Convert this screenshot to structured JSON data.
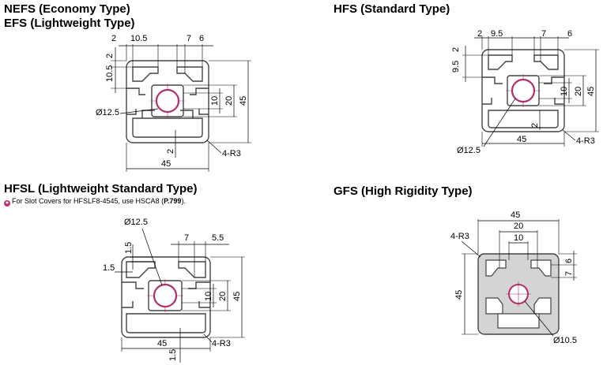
{
  "panels": {
    "nefs": {
      "title1": "NEFS (Economy Type)",
      "title2": "EFS (Lightweight Type)",
      "dims": {
        "top_a": "2",
        "top_b": "10.5",
        "top_c": "7",
        "top_d": "6",
        "left_a": "2",
        "left_b": "10.5",
        "inner_10": "10",
        "inner_20": "20",
        "outer_45": "45",
        "hole": "Ø12.5",
        "bottom_2": "2",
        "corner": "4-R3",
        "width_45": "45"
      }
    },
    "hfs": {
      "title": "HFS (Standard Type)",
      "dims": {
        "top_a": "2",
        "top_b": "9.5",
        "top_c": "7",
        "top_d": "6",
        "left_a": "9.5",
        "left_b": "2",
        "inner_10": "10",
        "inner_20": "20",
        "outer_45": "45",
        "bottom_2": "2",
        "width_45": "45",
        "corner": "4-R3",
        "hole": "Ø12.5"
      }
    },
    "hfsl": {
      "title": "HFSL (Lightweight Standard Type)",
      "note_prefix": "For Slot Covers for HFSLF8-4545, use HSCA8 (",
      "note_ref": "P.799",
      "note_suffix": ").",
      "dims": {
        "hole": "Ø12.5",
        "top_c": "7",
        "top_d": "5.5",
        "left_a": "1.5",
        "left_b": "1.5",
        "inner_10": "10",
        "inner_20": "20",
        "outer_45": "45",
        "width_45": "45",
        "corner": "4-R3",
        "bottom": "1.5"
      }
    },
    "gfs": {
      "title": "GFS (High Rigidity Type)",
      "dims": {
        "top_45": "45",
        "top_20": "20",
        "top_10": "10",
        "corner": "4-R3",
        "right_6": "6",
        "right_7": "7",
        "left_45": "45",
        "hole": "Ø10.5"
      }
    }
  },
  "colors": {
    "hole_ring": "#b0306a",
    "profile_stroke": "#444444",
    "gfs_fill": "#d4d4d4"
  }
}
